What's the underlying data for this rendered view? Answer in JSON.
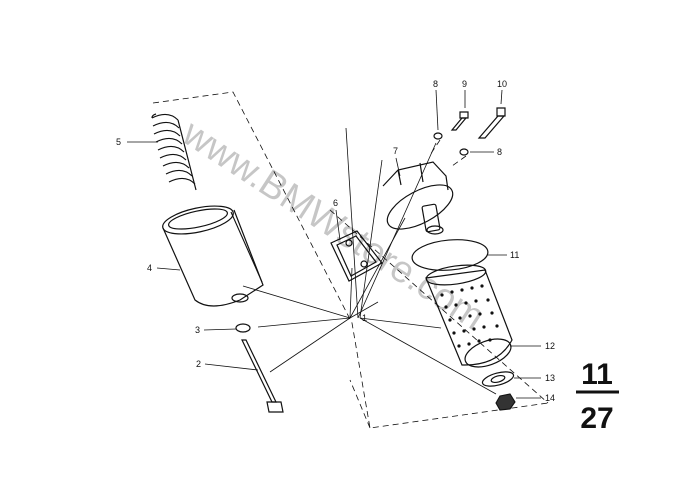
{
  "diagram": {
    "watermark": "www.BMWstore.com",
    "group_top": "11",
    "group_bottom": "27",
    "callouts": [
      "1",
      "2",
      "3",
      "4",
      "5",
      "6",
      "7",
      "8",
      "9",
      "10",
      "8",
      "11",
      "12",
      "13",
      "14"
    ]
  }
}
